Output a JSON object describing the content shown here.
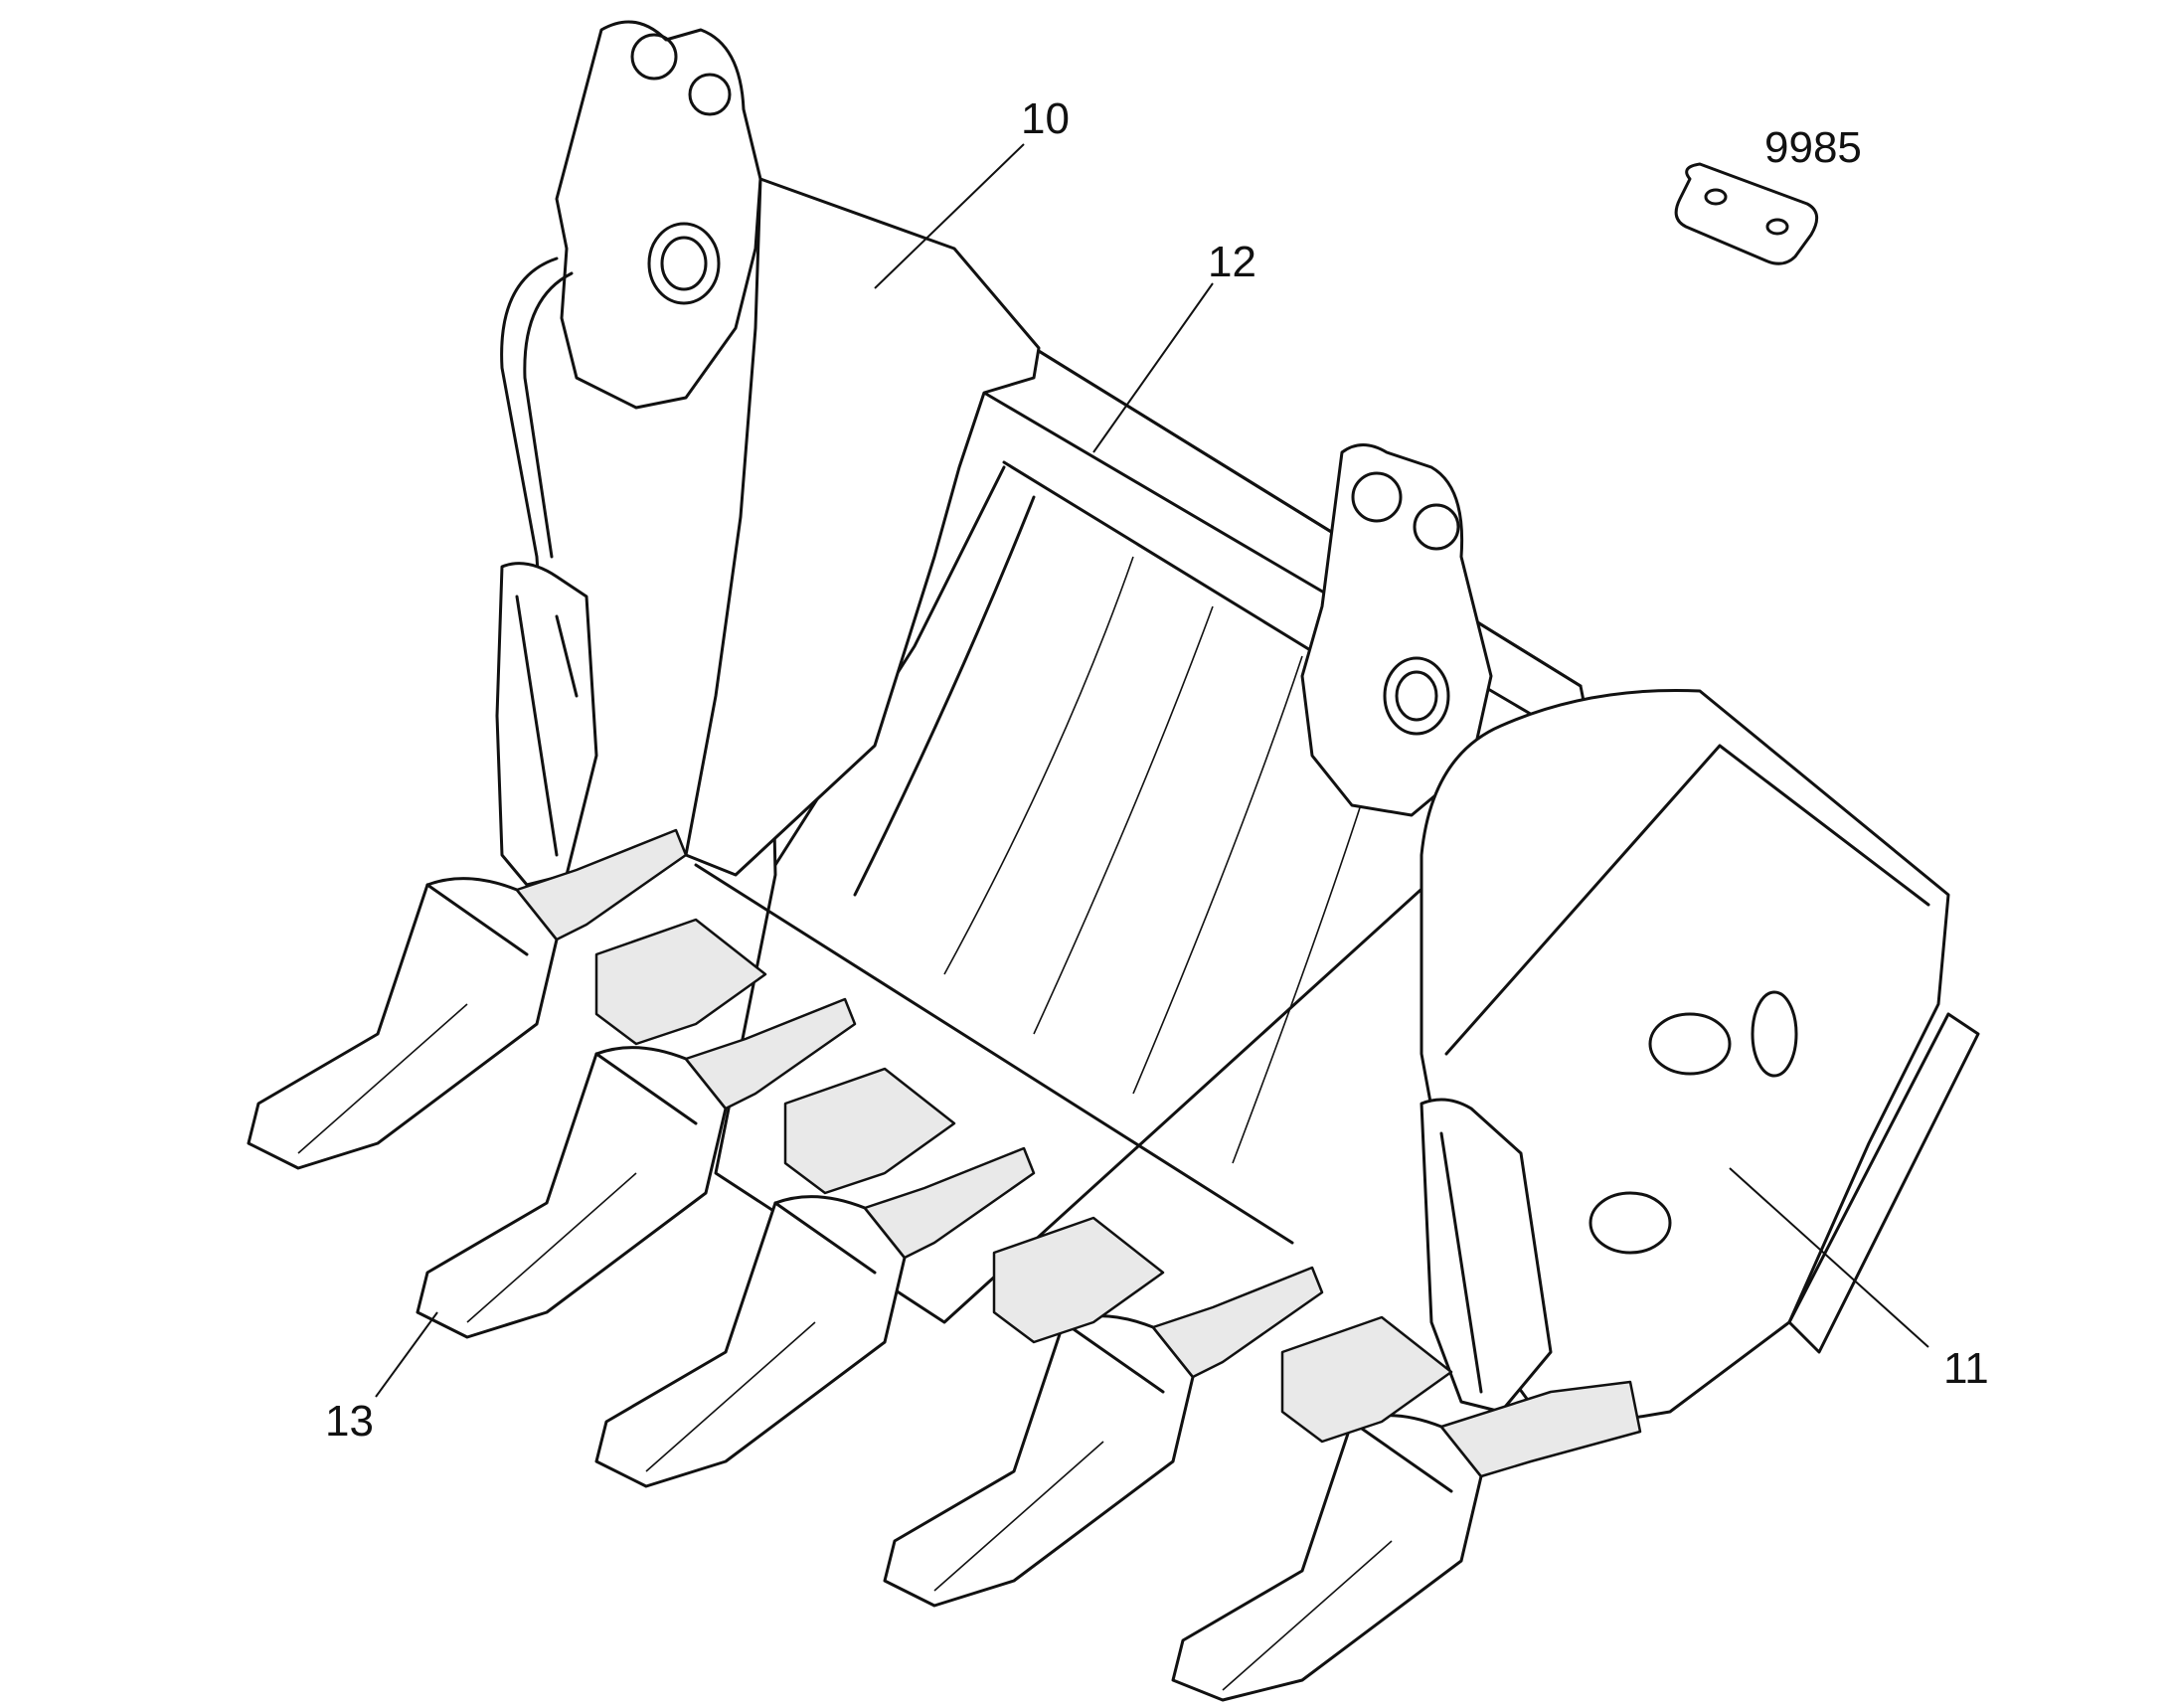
{
  "callouts": {
    "c10": "10",
    "c12": "12",
    "c9985": "9985",
    "c11": "11",
    "c13": "13"
  }
}
